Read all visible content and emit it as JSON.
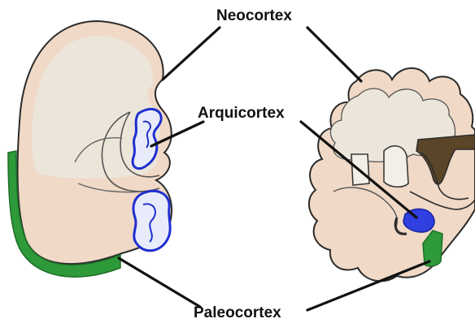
{
  "labels": {
    "neocortex": "Neocortex",
    "arquicortex": "Arquicortex",
    "paleocortex": "Paleocortex"
  },
  "colors": {
    "paleocortex": "#2e9a3a",
    "arquicortex": "#1f2fd0",
    "tissue": "#f0d9c6",
    "white_matter": "#ece5da",
    "outline": "#2b2b2b",
    "leader": "#111111",
    "background": "#ffffff"
  }
}
